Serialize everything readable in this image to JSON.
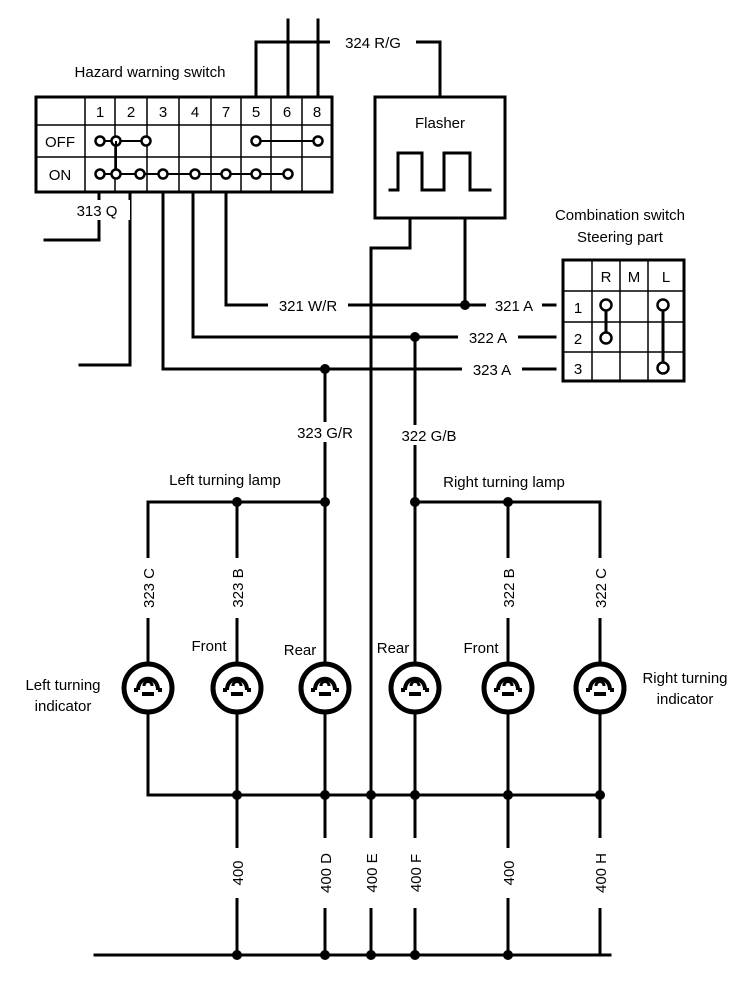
{
  "hazard_switch": {
    "title": "Hazard warning switch",
    "terminals": [
      "1",
      "2",
      "3",
      "4",
      "7",
      "5",
      "6",
      "8"
    ],
    "rows": [
      "OFF",
      "ON"
    ]
  },
  "flasher": {
    "title": "Flasher"
  },
  "combination_switch": {
    "title_line1": "Combination switch",
    "title_line2": "Steering part",
    "columns": [
      "R",
      "M",
      "L"
    ],
    "rows": [
      "1",
      "2",
      "3"
    ]
  },
  "wires": {
    "w324": "324 R/G",
    "w313": "313 Q",
    "w321wr": "321 W/R",
    "w321a": "321 A",
    "w322a": "322 A",
    "w323a": "323 A",
    "w323gr": "323 G/R",
    "w322gb": "322 G/B",
    "w323c": "323 C",
    "w323b": "323 B",
    "w322b": "322 B",
    "w322c": "322 C",
    "g400a": "400",
    "g400d": "400 D",
    "g400e": "400 E",
    "g400f": "400 F",
    "g400b": "400",
    "g400h": "400 H"
  },
  "lamps": {
    "left_group": "Left turning lamp",
    "right_group": "Right turning lamp",
    "left_indicator_line1": "Left turning",
    "left_indicator_line2": "indicator",
    "right_indicator_line1": "Right turning",
    "right_indicator_line2": "indicator",
    "front_left": "Front",
    "rear_left": "Rear",
    "rear_right": "Rear",
    "front_right": "Front"
  }
}
